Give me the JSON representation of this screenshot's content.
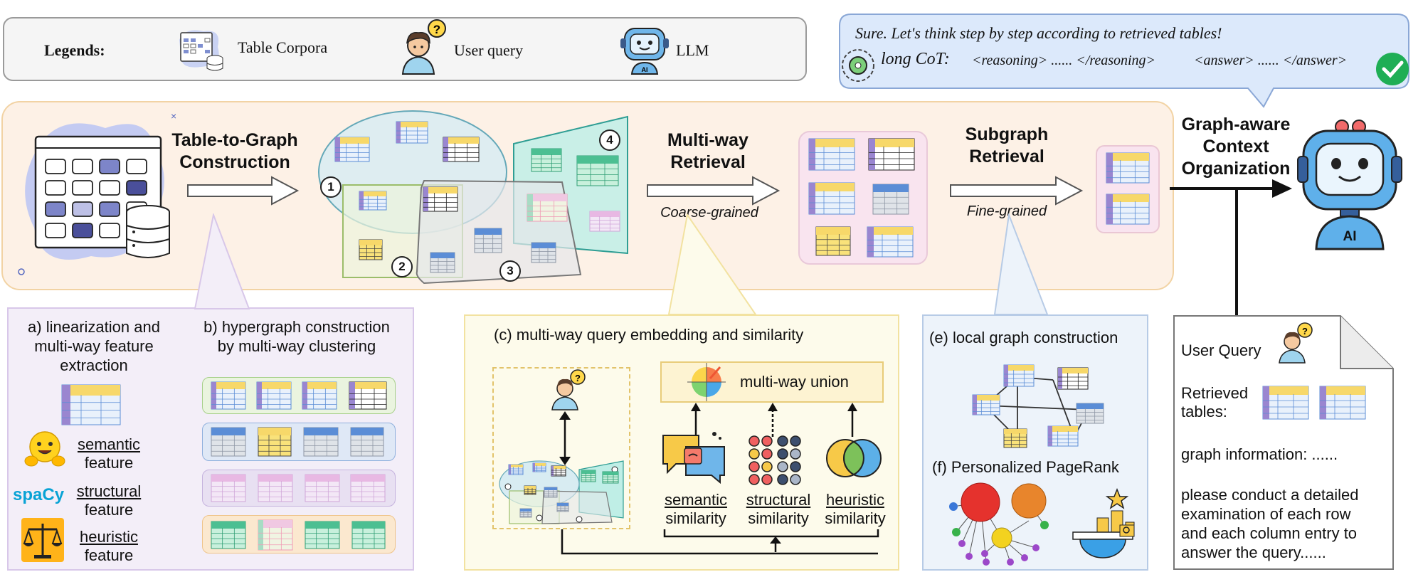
{
  "legend": {
    "title": "Legends:",
    "items": [
      {
        "icon": "table-corpora-icon",
        "label": "Table Corpora"
      },
      {
        "icon": "user-query-icon",
        "label": "User query"
      },
      {
        "icon": "llm-icon",
        "label": "LLM"
      }
    ]
  },
  "speech": {
    "line1": "Sure. Let's think step by step according to retrieved tables!",
    "cot_label": "long CoT:",
    "cot_reasoning": "<reasoning> ...... </reasoning>",
    "cot_answer": "<answer> ...... </answer>"
  },
  "pipeline": {
    "step1": [
      "Table-to-Graph",
      "Construction"
    ],
    "step2": [
      "Multi-way",
      "Retrieval"
    ],
    "step2_sub": "Coarse-grained",
    "step3": [
      "Subgraph",
      "Retrieval"
    ],
    "step3_sub": "Fine-grained",
    "step4": [
      "Graph-aware",
      "Context",
      "Organization"
    ],
    "cluster_numbers": [
      "1",
      "2",
      "3",
      "4"
    ],
    "llm_badge": "AI"
  },
  "panel_a": {
    "title": [
      "a) linearization and",
      "multi-way feature",
      "extraction"
    ],
    "features": [
      {
        "name": "semantic",
        "suffix": "feature",
        "icon": "hugging-face-icon"
      },
      {
        "name": "structural",
        "suffix": "feature",
        "icon": "spacy-logo",
        "logo_text": "spaCy"
      },
      {
        "name": "heuristic",
        "suffix": "feature",
        "icon": "balance-scale-icon"
      }
    ]
  },
  "panel_b": {
    "title": [
      "b) hypergraph construction",
      "by multi-way clustering"
    ]
  },
  "panel_c": {
    "title": "(c) multi-way query embedding and similarity",
    "union": "multi-way union",
    "sims": [
      {
        "name": "semantic",
        "suffix": "similarity"
      },
      {
        "name": "structural",
        "suffix": "similarity"
      },
      {
        "name": "heuristic",
        "suffix": "similarity"
      }
    ]
  },
  "panel_e": {
    "title": "(e) local graph construction",
    "pagerank_title": "(f) Personalized PageRank"
  },
  "query_doc": {
    "user_query": "User Query",
    "retrieved": [
      "Retrieved",
      "tables:"
    ],
    "graph_info": "graph information: ......",
    "instruction": [
      "please conduct a detailed",
      "examination of each row",
      "and each column entry to",
      "answer the query......"
    ]
  },
  "colors": {
    "pipeline_bg": "#fdf1e6",
    "panel_a_bg": "#f3eef8",
    "panel_c_bg": "#fdfbeb",
    "panel_e_bg": "#edf3fa",
    "table_blue": "#5b8dd6",
    "table_yellow": "#f7d86a",
    "table_purple": "#9a86d0",
    "table_green": "#4cbf92"
  }
}
